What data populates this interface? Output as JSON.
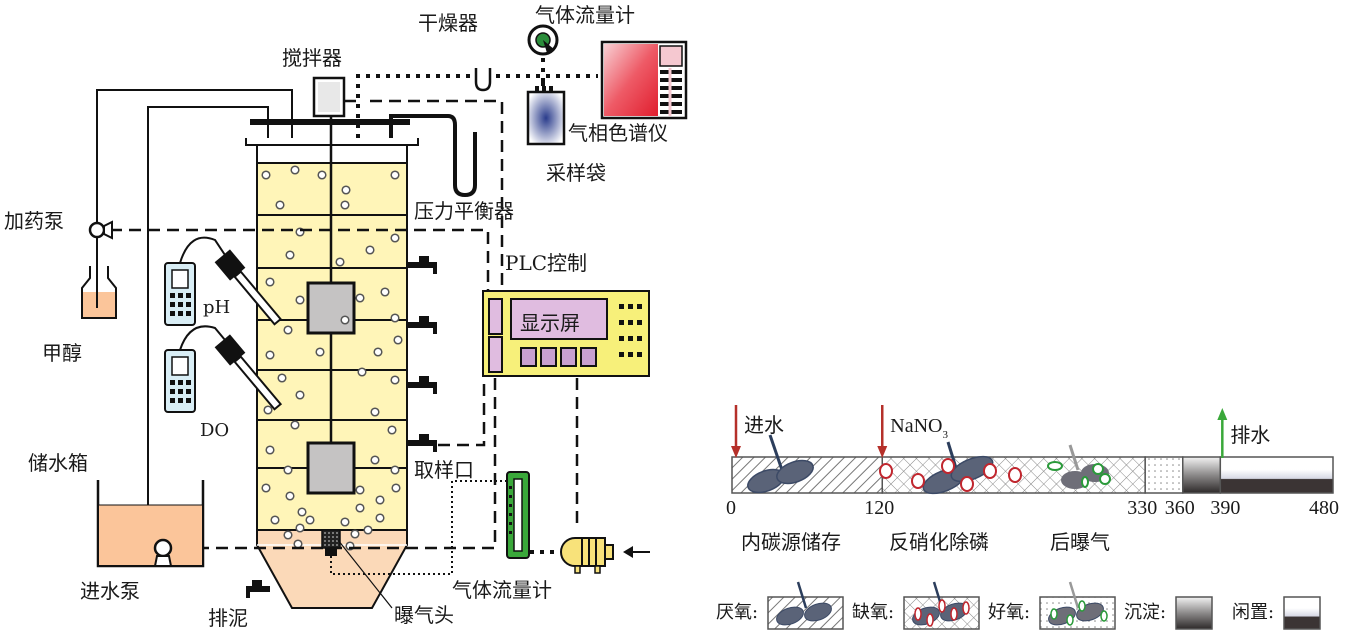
{
  "figure": {
    "left_panel": {
      "labels": {
        "stirrer": "搅拌器",
        "dryer": "干燥器",
        "gas_flowmeter_top": "气体流量计",
        "gas_chromatograph": "气相色谱仪",
        "sampling_bag": "采样袋",
        "pressure_balancer": "压力平衡器",
        "dosing_pump": "加药泵",
        "methanol": "甲醇",
        "ph_probe": "pH",
        "do_probe": "DO",
        "plc_control": "PLC控制",
        "display_screen": "显示屏",
        "sampling_port": "取样口",
        "storage_tank": "储水箱",
        "inlet_pump": "进水泵",
        "sludge_discharge": "排泥",
        "aerator_head": "曝气头",
        "gas_flowmeter_bottom": "气体流量计"
      },
      "colors": {
        "reactor_liquid": "#fff5b8",
        "reactor_bottom": "#fbd9b8",
        "tank_liquid": "#fbc59a",
        "plc_body": "#f7f07a",
        "plc_screen": "#e0bce0",
        "gc_body": "#e8303c",
        "flowmeter_green": "#3aa83a",
        "air_pump": "#f8e27a",
        "meter_body": "#d9eef6"
      }
    },
    "right_panel": {
      "timeline": {
        "unit": "min",
        "ticks": [
          "0",
          "120",
          "330",
          "360",
          "390",
          "480"
        ],
        "phases": [
          {
            "name": "厌氧",
            "start": 0,
            "end": 120,
            "pattern": "hatch"
          },
          {
            "name": "缺氧",
            "start": 120,
            "end": 330,
            "pattern": "crosshatch"
          },
          {
            "name": "好氧",
            "start": 330,
            "end": 360,
            "pattern": "dots"
          },
          {
            "name": "沉淀",
            "start": 360,
            "end": 390,
            "pattern": "gradient-dark"
          },
          {
            "name": "闲置",
            "start": 390,
            "end": 480,
            "pattern": "gradient-light"
          }
        ],
        "events": [
          {
            "label": "进水",
            "at": 0,
            "direction": "in",
            "color": "#b5302a"
          },
          {
            "label": "NaNO",
            "subscript": "3",
            "at": 120,
            "direction": "in",
            "color": "#b5302a"
          },
          {
            "label": "排水",
            "at": 390,
            "direction": "out",
            "color": "#3aa83a"
          }
        ],
        "stage_labels": [
          "内碳源储存",
          "反硝化除磷",
          "后曝气"
        ]
      },
      "legend": [
        {
          "label": "厌氧:",
          "pattern": "hatch"
        },
        {
          "label": "缺氧:",
          "pattern": "crosshatch"
        },
        {
          "label": "好氧:",
          "pattern": "dots"
        },
        {
          "label": "沉淀:",
          "pattern": "gradient-dark"
        },
        {
          "label": "闲置:",
          "pattern": "gradient-light"
        }
      ]
    }
  }
}
